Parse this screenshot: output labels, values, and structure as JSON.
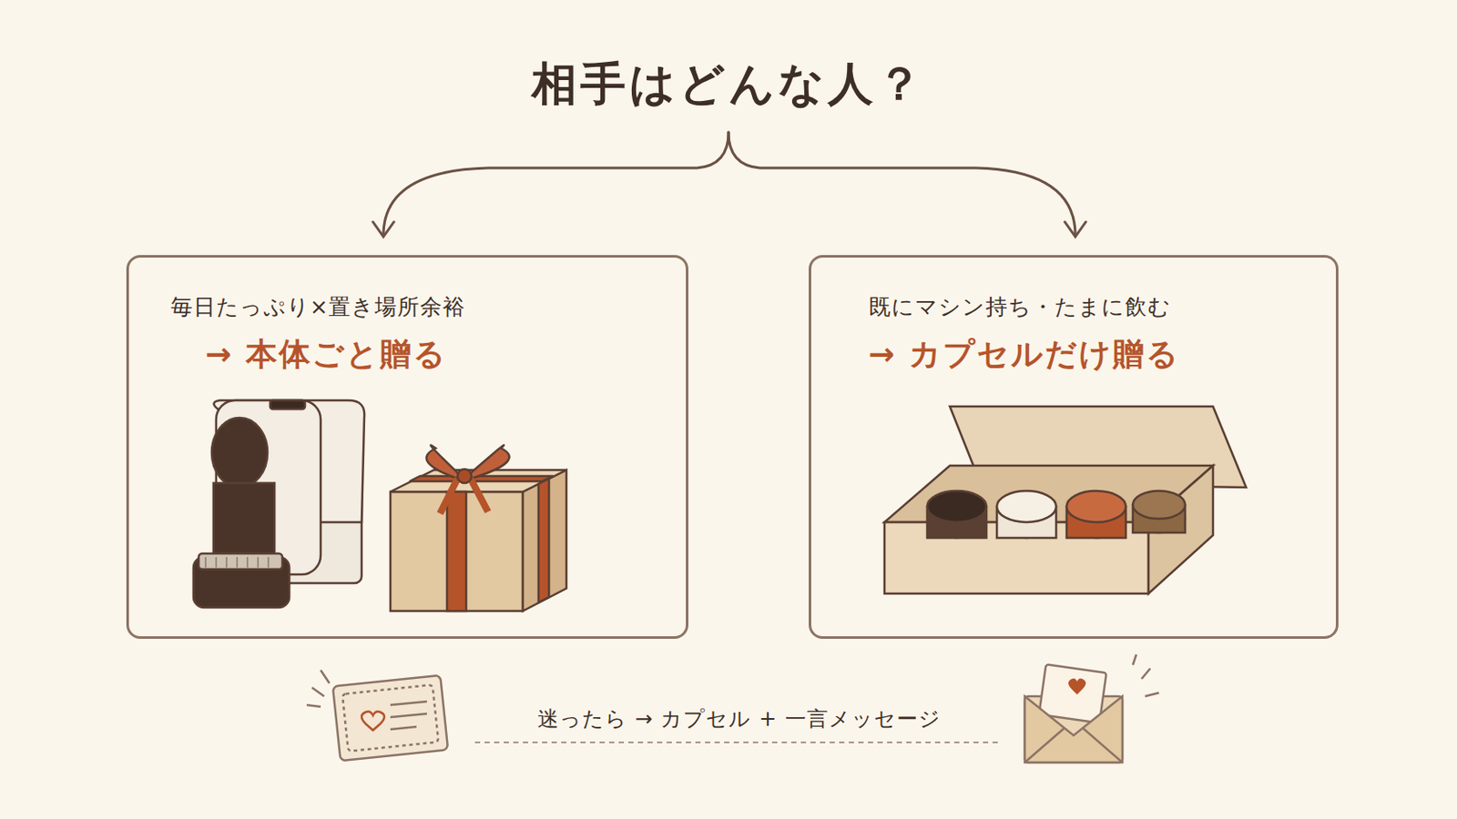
{
  "diagram": {
    "title": "相手はどんな人？",
    "nodes": [
      {
        "text": [
          "毎日たっぷり×置き場所余裕",
          "→ 本体ごと贈る"
        ]
      },
      {
        "text": [
          "既にマシン持ち・たまに飲む",
          "→ カプセルだけ贈る"
        ]
      }
    ],
    "labels": [
      "迷ったら → カプセル + 一言メッセージ"
    ]
  }
}
